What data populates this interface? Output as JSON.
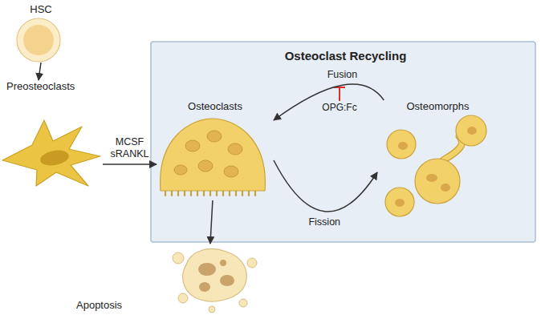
{
  "diagram": {
    "nodes": [
      {
        "text": [
          "HSC"
        ]
      },
      {
        "text": [
          "Preosteoclasts"
        ]
      },
      {
        "text": [
          "Osteoclast Recycling"
        ]
      },
      {
        "text": [
          "Osteoclasts"
        ],
        "in": 2
      },
      {
        "text": [
          "Osteomorphs"
        ],
        "in": 2
      },
      {
        "text": [
          "Apoptosis"
        ]
      }
    ],
    "edges": [
      {
        "from": 0,
        "to": 1,
        "arrow": "to"
      },
      {
        "from": 1,
        "to": 3,
        "label": "MCSF sRANKL",
        "arrow": "to"
      },
      {
        "from": 4,
        "to": 3,
        "label": "Fusion",
        "arrow": "to"
      },
      {
        "from": 3,
        "to": 4,
        "label": "Fission",
        "arrow": "to"
      },
      {
        "from": 3,
        "to": 5,
        "arrow": "to"
      }
    ],
    "labels": [
      "OPG:Fc"
    ]
  }
}
